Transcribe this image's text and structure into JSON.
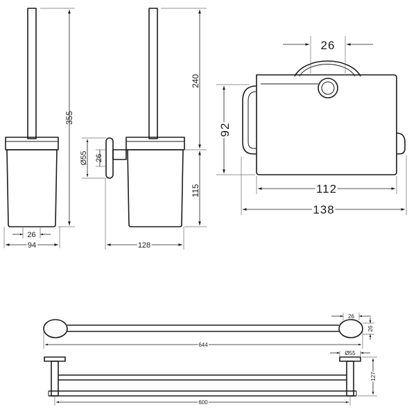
{
  "brush_holder_front": {
    "height": "355",
    "foot_width": "26",
    "width": "94"
  },
  "brush_holder_wall": {
    "upper_height": "240",
    "lower_height": "115",
    "flange_diameter": "Ø55",
    "flange_depth": "26",
    "projection": "128"
  },
  "paper_holder": {
    "mount_width": "26",
    "cover_height": "92",
    "cover_width": "112",
    "overall_width": "138"
  },
  "double_towel_bar": {
    "mount_width": "26",
    "mount_height": "26",
    "bar_length": "644",
    "flange_diameter": "Ø55",
    "projection": "127",
    "bar_spacing": "600"
  }
}
